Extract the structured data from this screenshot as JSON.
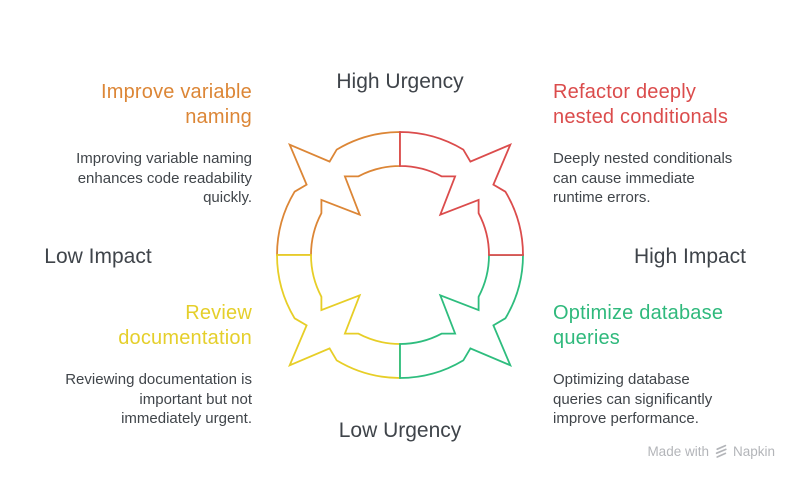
{
  "axes": {
    "top": "High Urgency",
    "bottom": "Low Urgency",
    "left": "Low Impact",
    "right": "High Impact"
  },
  "quadrants": [
    {
      "id": "top-left",
      "color": "#DC8636",
      "title": "Improve variable naming",
      "title_lines": [
        "Improve variable",
        "naming"
      ],
      "description": "Improving variable naming enhances code readability quickly.",
      "body_lines": [
        "Improving variable naming",
        "enhances code readability",
        "quickly."
      ]
    },
    {
      "id": "top-right",
      "color": "#DB4C4C",
      "title": "Refactor deeply nested conditionals",
      "title_lines": [
        "Refactor deeply",
        "nested conditionals"
      ],
      "description": "Deeply nested conditionals can cause immediate runtime errors.",
      "body_lines": [
        "Deeply nested conditionals",
        "can cause immediate",
        "runtime errors."
      ]
    },
    {
      "id": "bottom-left",
      "color": "#E5CF2B",
      "title": "Review documentation",
      "title_lines": [
        "Review",
        "documentation"
      ],
      "description": "Reviewing documentation is important but not immediately urgent.",
      "body_lines": [
        "Reviewing documentation is",
        "important but not",
        "immediately urgent."
      ]
    },
    {
      "id": "bottom-right",
      "color": "#2FB97C",
      "title": "Optimize database queries",
      "title_lines": [
        "Optimize database",
        "queries"
      ],
      "description": "Optimizing database queries can significantly improve performance.",
      "body_lines": [
        "Optimizing database",
        "queries can significantly",
        "improve performance."
      ]
    }
  ],
  "cycle": {
    "segments": [
      {
        "quadrant": "top-left",
        "color": "#DC8636",
        "start": 270
      },
      {
        "quadrant": "bottom-left",
        "color": "#E7CE27",
        "start": 180
      },
      {
        "quadrant": "bottom-right",
        "color": "#2EBD7E",
        "start": 90
      },
      {
        "quadrant": "top-right",
        "color": "#DB4C4C",
        "start": 0
      }
    ]
  },
  "watermark": {
    "prefix": "Made with",
    "brand": "Napkin"
  }
}
